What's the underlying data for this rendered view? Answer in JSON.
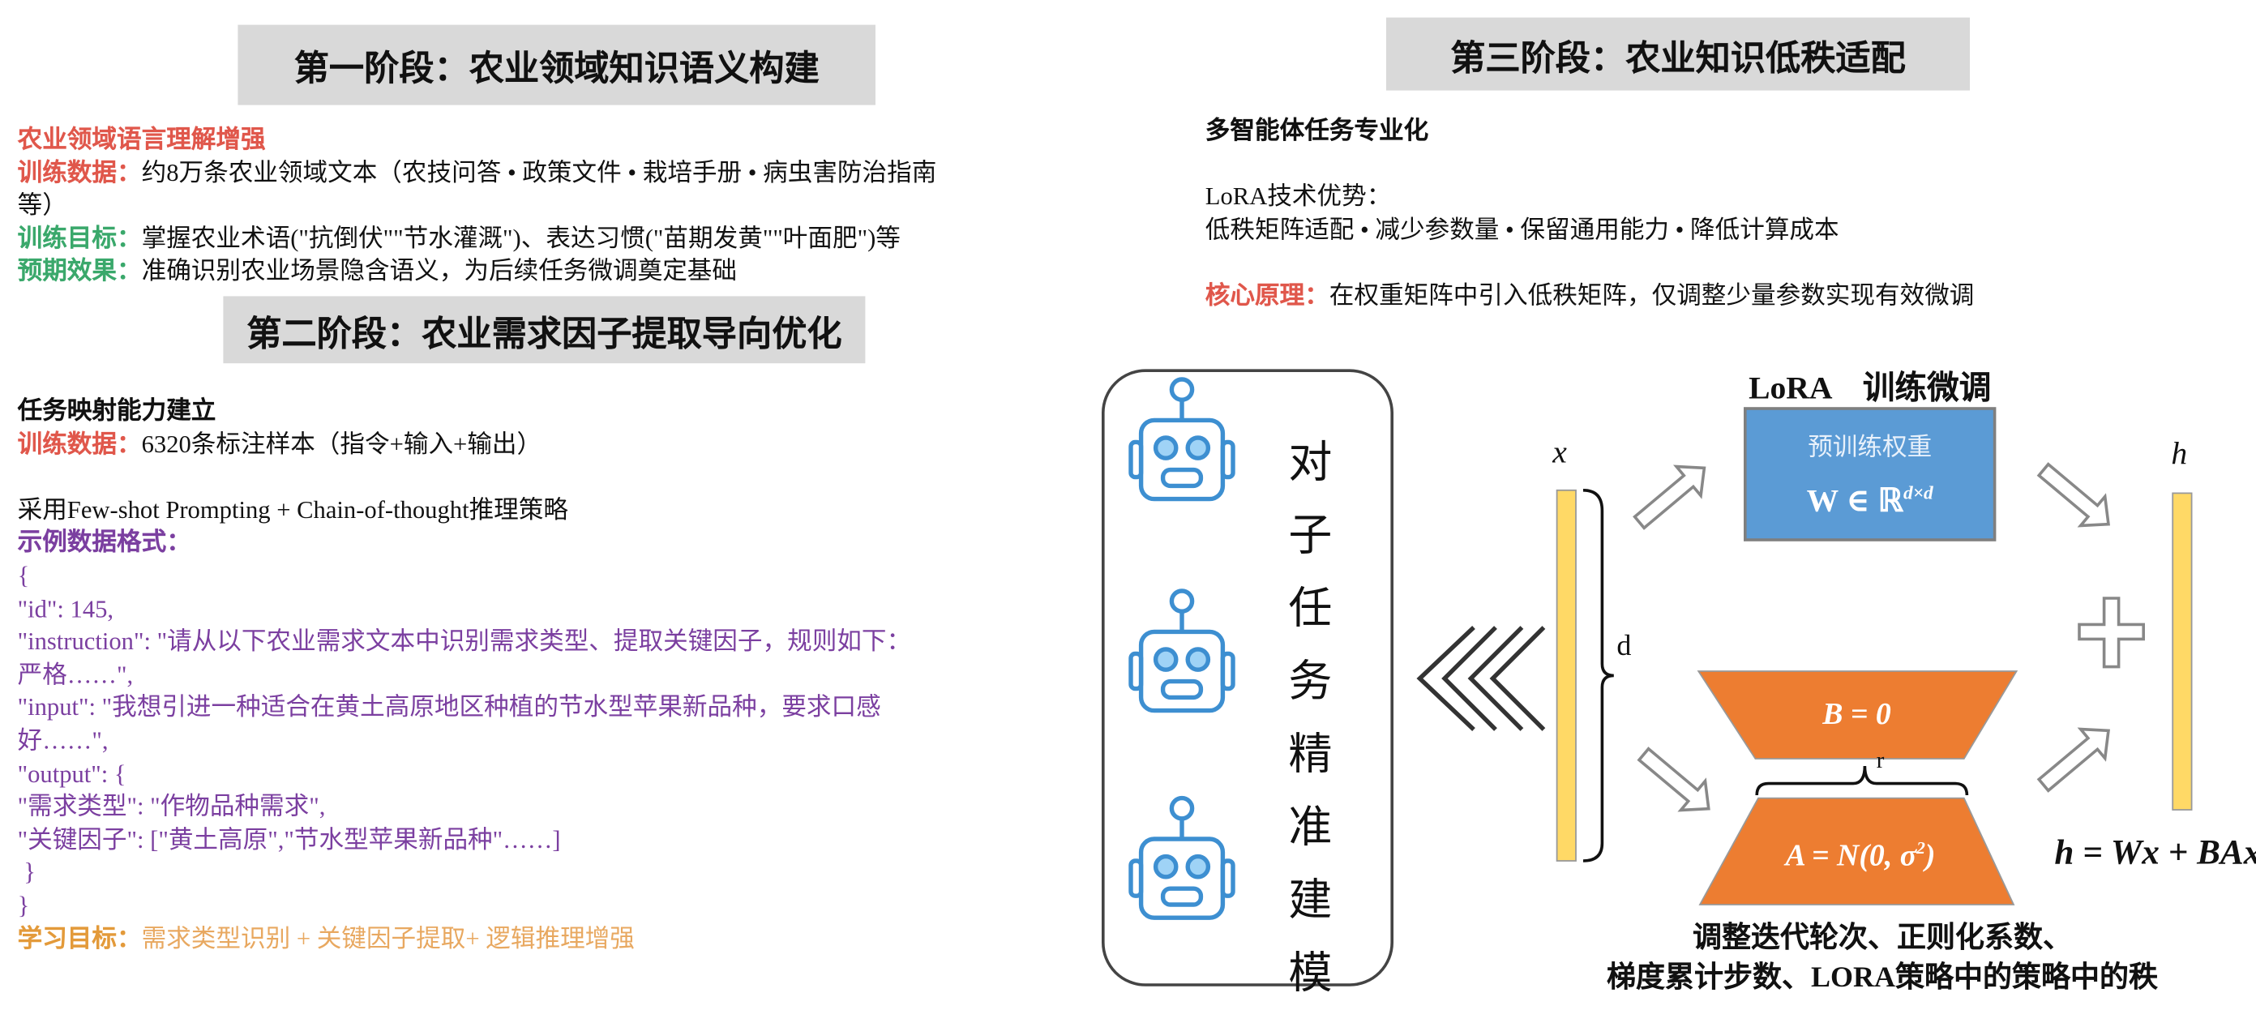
{
  "stage1": {
    "title": "第一阶段：农业领域知识语义构建",
    "heading": "农业领域语言理解增强",
    "data_label": "训练数据：",
    "data_text": "约8万条农业领域文本（农技问答 • 政策文件 • 栽培手册 • 病虫害防治指南",
    "data_text_cont": "等）",
    "goal_label": "训练目标：",
    "goal_text": "掌握农业术语(\"抗倒伏\"\"节水灌溉\")、表达习惯(\"苗期发黄\"\"叶面肥\")等",
    "effect_label": "预期效果：",
    "effect_text": "准确识别农业场景隐含语义，为后续任务微调奠定基础"
  },
  "stage2": {
    "title": "第二阶段：农业需求因子提取导向优化",
    "heading": "任务映射能力建立",
    "data_label": "训练数据：",
    "data_text": "6320条标注样本（指令+输入+输出）",
    "strategy": "采用Few-shot Prompting + Chain-of-thought推理策略",
    "example_label": "示例数据格式：",
    "example_lines": [
      "{",
      "\"id\": 145,",
      "\"instruction\": \"请从以下农业需求文本中识别需求类型、提取关键因子，规则如下：",
      "严格……\",",
      "\"input\": \"我想引进一种适合在黄土高原地区种植的节水型苹果新品种，要求口感",
      "好……\",",
      "\"output\": {",
      "\"需求类型\": \"作物品种需求\",",
      "\"关键因子\": [\"黄土高原\",\"节水型苹果新品种\"……]",
      " }",
      "}"
    ],
    "learn_label": "学习目标：",
    "learn_text": "需求类型识别 + 关键因子提取+ 逻辑推理增强"
  },
  "stage3": {
    "title": "第三阶段：农业知识低秩适配",
    "heading": "多智能体任务专业化",
    "adv_label": "LoRA技术优势：",
    "adv_text": "低秩矩阵适配 • 减少参数量 • 保留通用能力 • 降低计算成本",
    "core_label": "核心原理：",
    "core_text": "在权重矩阵中引入低秩矩阵，仅调整少量参数实现有效微调"
  },
  "diagram": {
    "vertical_text": [
      "对",
      "子",
      "任",
      "务",
      "精",
      "准",
      "建",
      "模"
    ],
    "lora_title": "LoRA　训练微调",
    "pretrained_label": "预训练权重",
    "w_formula": "W ∈ ℝ",
    "w_sup": "d×d",
    "x_label": "x",
    "h_label": "h",
    "d_label": "d",
    "r_label": "r",
    "b_formula": "B = 0",
    "a_formula": "A = N(0, σ",
    "a_sup": "2",
    "a_close": ")",
    "output_formula": "h = Wx + BAx",
    "caption_line1": "调整迭代轮次、正则化系数、",
    "caption_line2": "梯度累计步数、LORA策略中的策略中的秩"
  },
  "colors": {
    "blue": "#5b9bd5",
    "orange": "#ed7d31",
    "yellow": "#ffd966",
    "header_bg": "#d9d9d9",
    "robot": "#3d8fd1"
  }
}
